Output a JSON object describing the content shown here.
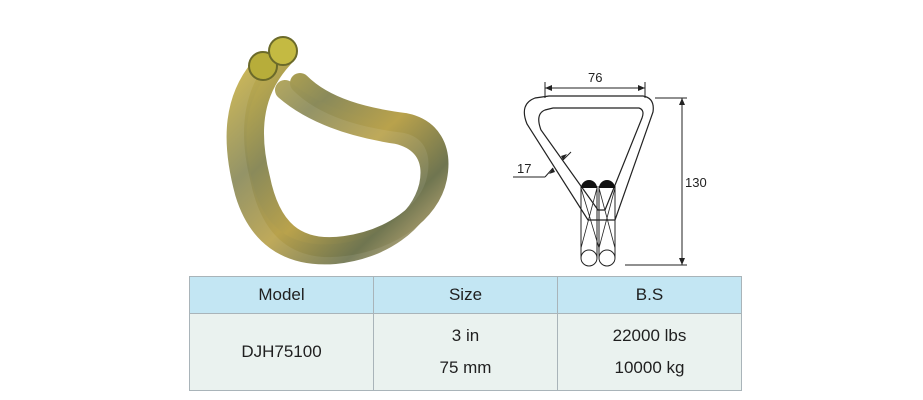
{
  "drawing": {
    "width_label": "76",
    "height_label": "130",
    "wire_label": "17"
  },
  "table": {
    "headers": [
      "Model",
      "Size",
      "B.S"
    ],
    "model": "DJH75100",
    "size_lines": [
      "3 in",
      "75 mm"
    ],
    "bs_lines": [
      "22000 lbs",
      "10000 kg"
    ]
  }
}
